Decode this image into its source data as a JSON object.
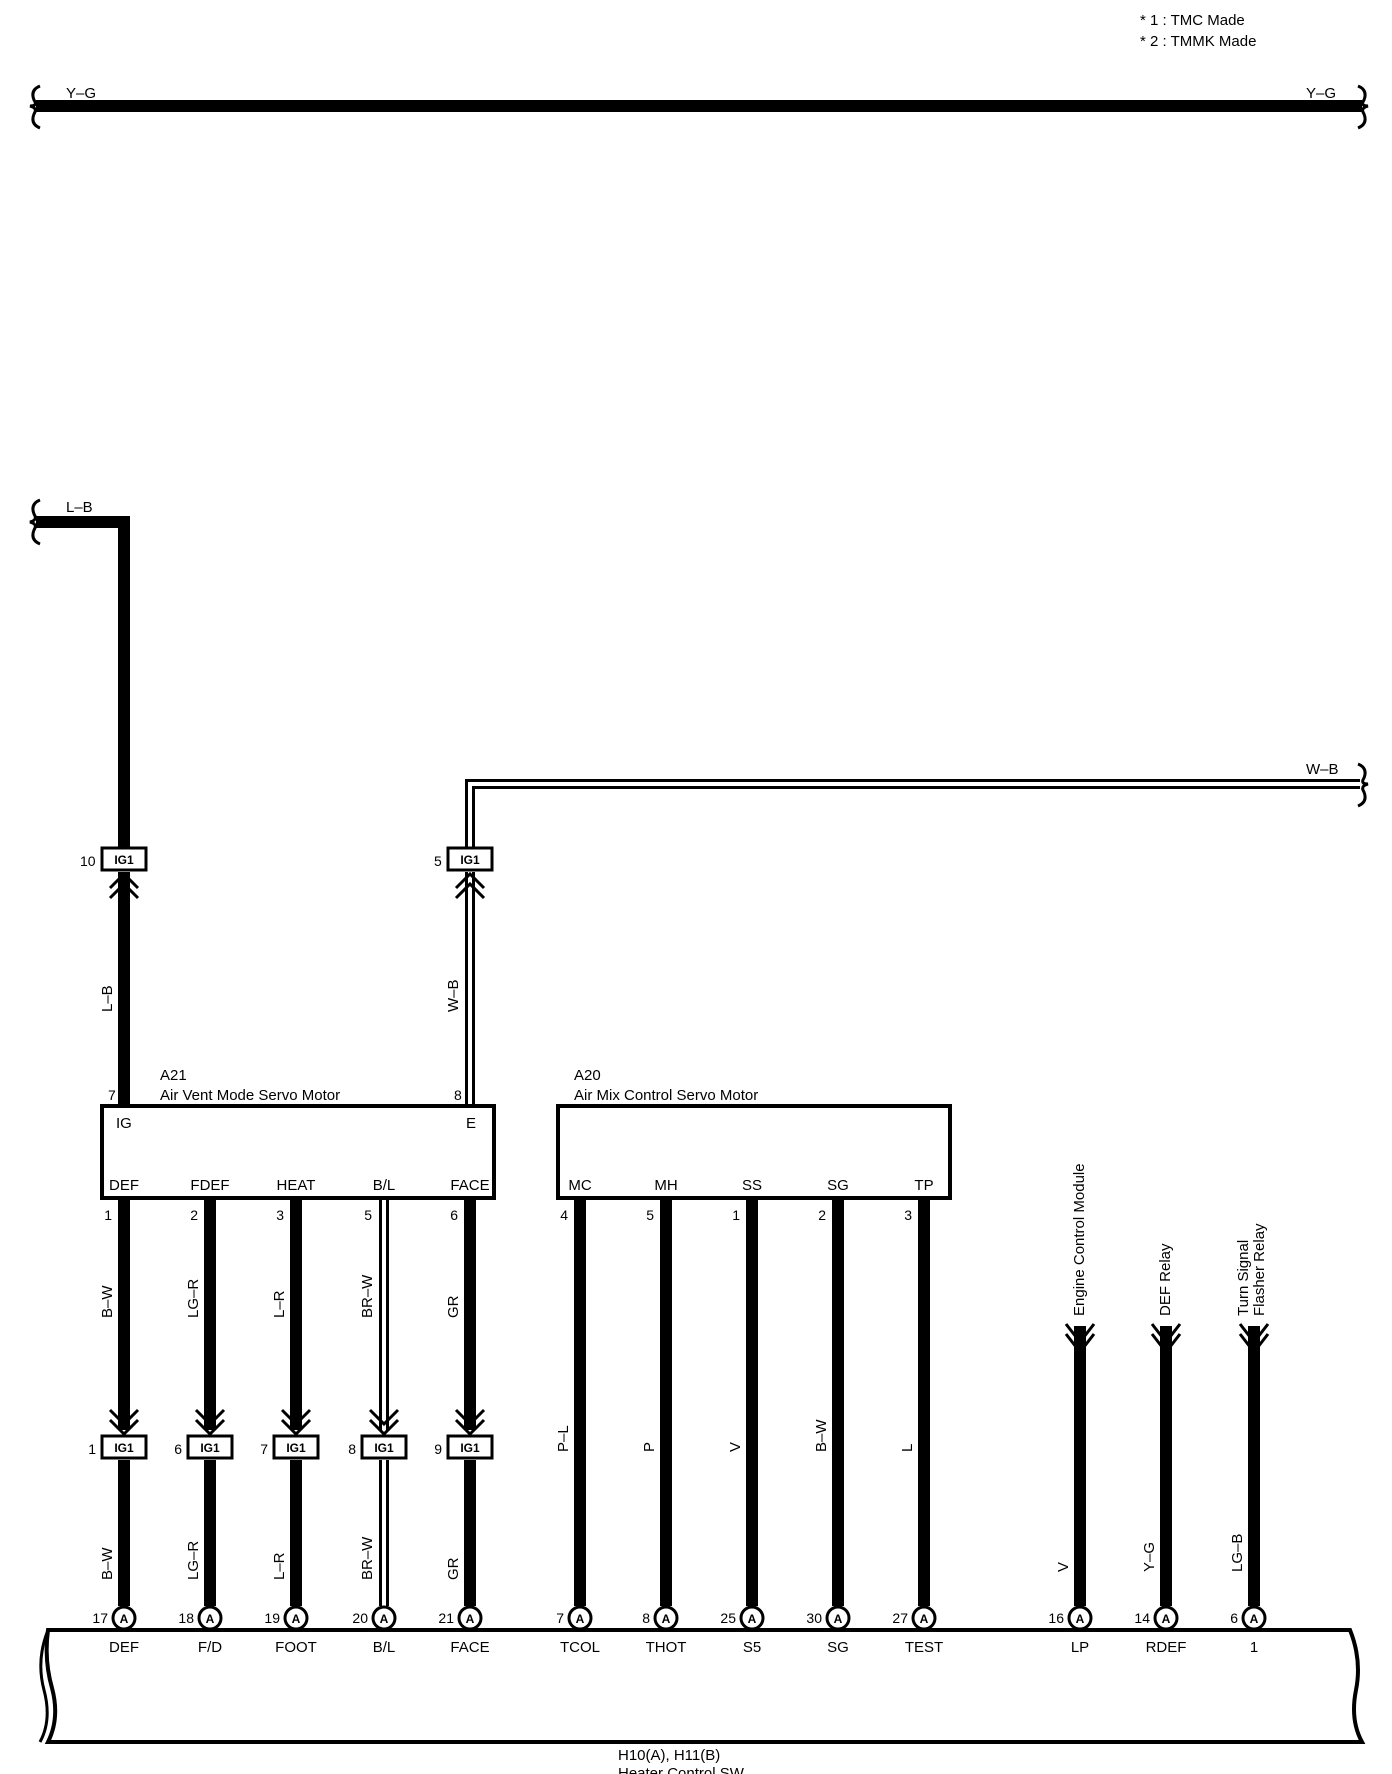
{
  "notes": [
    "* 1 : TMC Made",
    "* 2 : TMMK Made"
  ],
  "top_wire": {
    "left_color": "Y–G",
    "right_color": "Y–G"
  },
  "lb_wire": {
    "color": "L–B",
    "pin": "10",
    "connector": "IG1",
    "vertical_color": "L–B"
  },
  "wb_wire": {
    "color": "W–B",
    "pin": "5",
    "connector": "IG1",
    "vertical_color": "W–B"
  },
  "a21": {
    "code": "A21",
    "name": "Air Vent Mode Servo Motor",
    "ig_pin": "7",
    "ig_label": "IG",
    "e_pin": "8",
    "e_label": "E",
    "terminals": [
      {
        "label": "DEF",
        "pin": "1",
        "wire": "B–W",
        "conn_pin": "1",
        "lower_wire": "B–W",
        "h_pin": "17",
        "h_label": "DEF"
      },
      {
        "label": "FDEF",
        "pin": "2",
        "wire": "LG–R",
        "conn_pin": "6",
        "lower_wire": "LG–R",
        "h_pin": "18",
        "h_label": "F/D"
      },
      {
        "label": "HEAT",
        "pin": "3",
        "wire": "L–R",
        "conn_pin": "7",
        "lower_wire": "L–R",
        "h_pin": "19",
        "h_label": "FOOT"
      },
      {
        "label": "B/L",
        "pin": "5",
        "wire": "BR–W",
        "conn_pin": "8",
        "lower_wire": "BR–W",
        "h_pin": "20",
        "h_label": "B/L"
      },
      {
        "label": "FACE",
        "pin": "6",
        "wire": "GR",
        "conn_pin": "9",
        "lower_wire": "GR",
        "h_pin": "21",
        "h_label": "FACE"
      }
    ]
  },
  "inline_connector": "IG1",
  "a20": {
    "code": "A20",
    "name": "Air Mix Control Servo Motor",
    "terminals": [
      {
        "label": "MC",
        "pin": "4",
        "wire": "P–L",
        "h_pin": "7",
        "h_label": "TCOL"
      },
      {
        "label": "MH",
        "pin": "5",
        "wire": "P",
        "h_pin": "8",
        "h_label": "THOT"
      },
      {
        "label": "SS",
        "pin": "1",
        "wire": "V",
        "h_pin": "25",
        "h_label": "S5"
      },
      {
        "label": "SG",
        "pin": "2",
        "wire": "B–W",
        "h_pin": "30",
        "h_label": "SG"
      },
      {
        "label": "TP",
        "pin": "3",
        "wire": "L",
        "h_pin": "27",
        "h_label": "TEST"
      }
    ]
  },
  "externals": [
    {
      "dest": [
        "Engine Control Module"
      ],
      "wire": "V",
      "h_pin": "16",
      "h_label": "LP"
    },
    {
      "dest": [
        "DEF Relay"
      ],
      "wire": "Y–G",
      "h_pin": "14",
      "h_label": "RDEF"
    },
    {
      "dest": [
        "Turn Signal",
        "Flasher Relay"
      ],
      "wire": "LG–B",
      "h_pin": "6",
      "h_label": "1"
    }
  ],
  "h_connector_letter": "A",
  "heater": {
    "code": "H10(A), H11(B)",
    "name": "Heater Control SW"
  }
}
